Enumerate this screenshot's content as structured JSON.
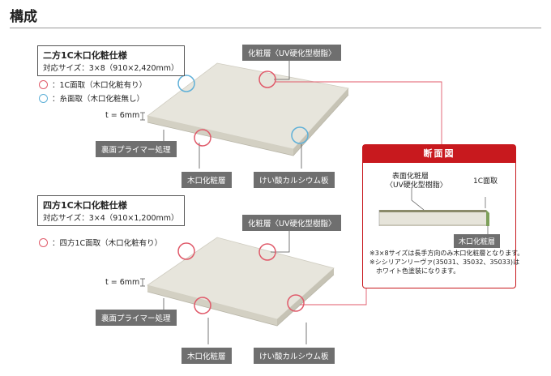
{
  "title": "構成",
  "spec1": {
    "title": "二方1C木口化粧仕様",
    "size": "対応サイズ：3×8（910×2,420mm）",
    "legend_red": "：1C面取（木口化粧有り）",
    "legend_blue": "：糸面取（木口化粧無し）",
    "thickness": "t = 6mm",
    "tags": {
      "surface": "化粧層〈UV硬化型樹脂〉",
      "primer": "裏面プライマー処理",
      "edge": "木口化粧層",
      "board": "けい酸カルシウム板"
    }
  },
  "spec2": {
    "title": "四方1C木口化粧仕様",
    "size": "対応サイズ：3×4（910×1,200mm）",
    "legend_red": "：四方1C面取（木口化粧有り）",
    "thickness": "t = 6mm",
    "tags": {
      "surface": "化粧層〈UV硬化型樹脂〉",
      "primer": "裏面プライマー処理",
      "edge": "木口化粧層",
      "board": "けい酸カルシウム板"
    }
  },
  "section": {
    "title": "断面図",
    "surface_label_1": "表面化粧層",
    "surface_label_2": "〈UV硬化型樹脂〉",
    "chamfer_label": "1C面取",
    "edge_tag": "木口化粧層",
    "note_1": "※3×8サイズは長手方向のみ木口化粧層となります。",
    "note_2": "※シシリアンリーヴァ(35031、35032、35033)は",
    "note_3": "　ホワイト色塗装になります。"
  },
  "colors": {
    "accent_red": "#c8191e",
    "ring_red": "#e05a6a",
    "ring_blue": "#5fb0d8",
    "tag_gray": "#6f6f6f",
    "board_top": "#e6e4da"
  }
}
